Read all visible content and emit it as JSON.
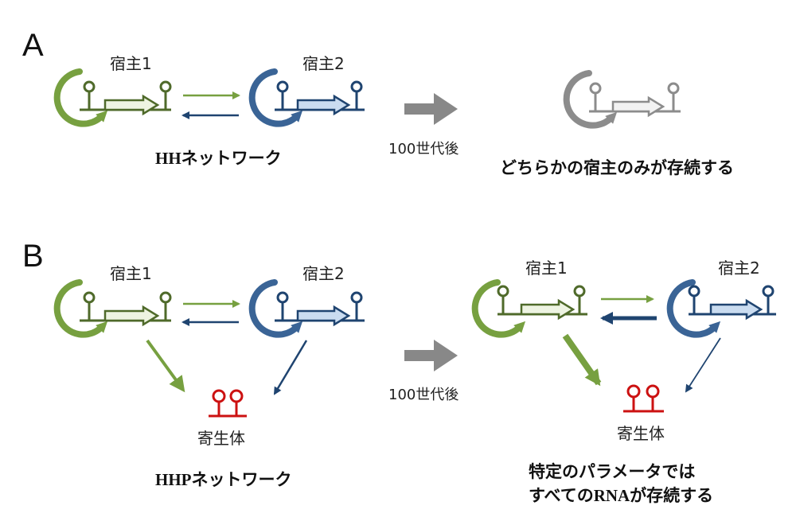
{
  "panels": {
    "A": {
      "label": "A",
      "host1": "宿主1",
      "host2": "宿主2",
      "network": "HHネットワーク",
      "arrow_label": "100世代後",
      "result": "どちらかの宿主のみが存続する"
    },
    "B": {
      "label": "B",
      "host1": "宿主1",
      "host2": "宿主2",
      "parasite": "寄生体",
      "network": "HHPネットワーク",
      "arrow_label": "100世代後",
      "result_host1": "宿主1",
      "result_host2": "宿主2",
      "result_parasite": "寄生体",
      "result_line1": "特定のパラメータでは",
      "result_line2": "すべてのRNAが存続する"
    }
  },
  "colors": {
    "host1": "#77a040",
    "host1_dark": "#4f6a2a",
    "host1_fill": "#eef4e2",
    "host2": "#3a6496",
    "host2_dark": "#1f4470",
    "host2_fill": "#cadcf0",
    "parasite": "#cc1111",
    "survivor": "#8c8c8c",
    "survivor_fill": "#f2f2f2",
    "transition": "#888888"
  }
}
